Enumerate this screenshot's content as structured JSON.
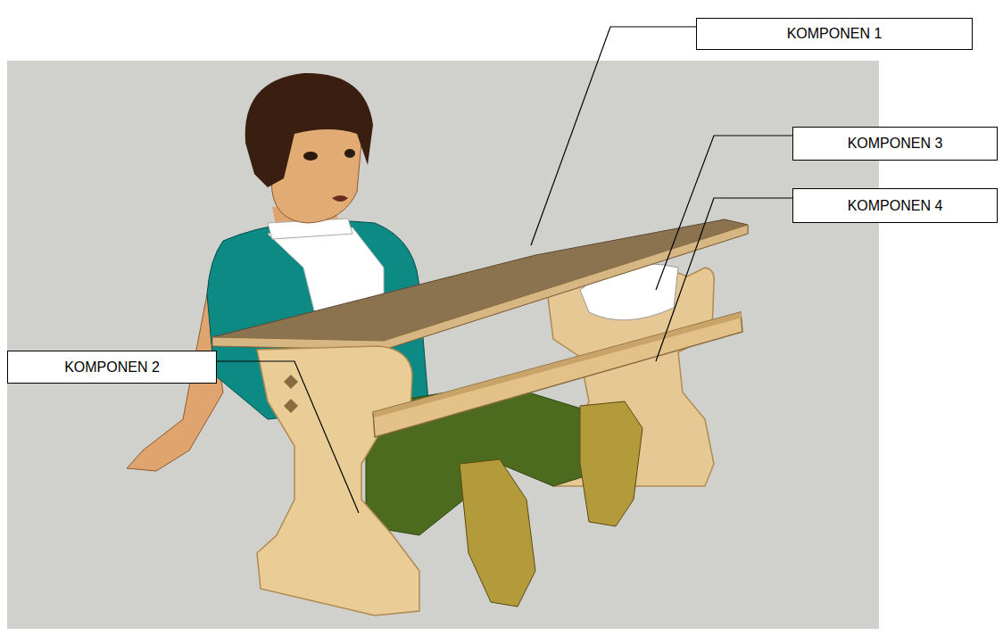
{
  "diagram": {
    "nodes": [
      {
        "text": [
          "KOMPONEN 1"
        ]
      },
      {
        "text": [
          "KOMPONEN 3"
        ]
      },
      {
        "text": [
          "KOMPONEN 4"
        ]
      },
      {
        "text": [
          "KOMPONEN 2"
        ]
      }
    ]
  }
}
